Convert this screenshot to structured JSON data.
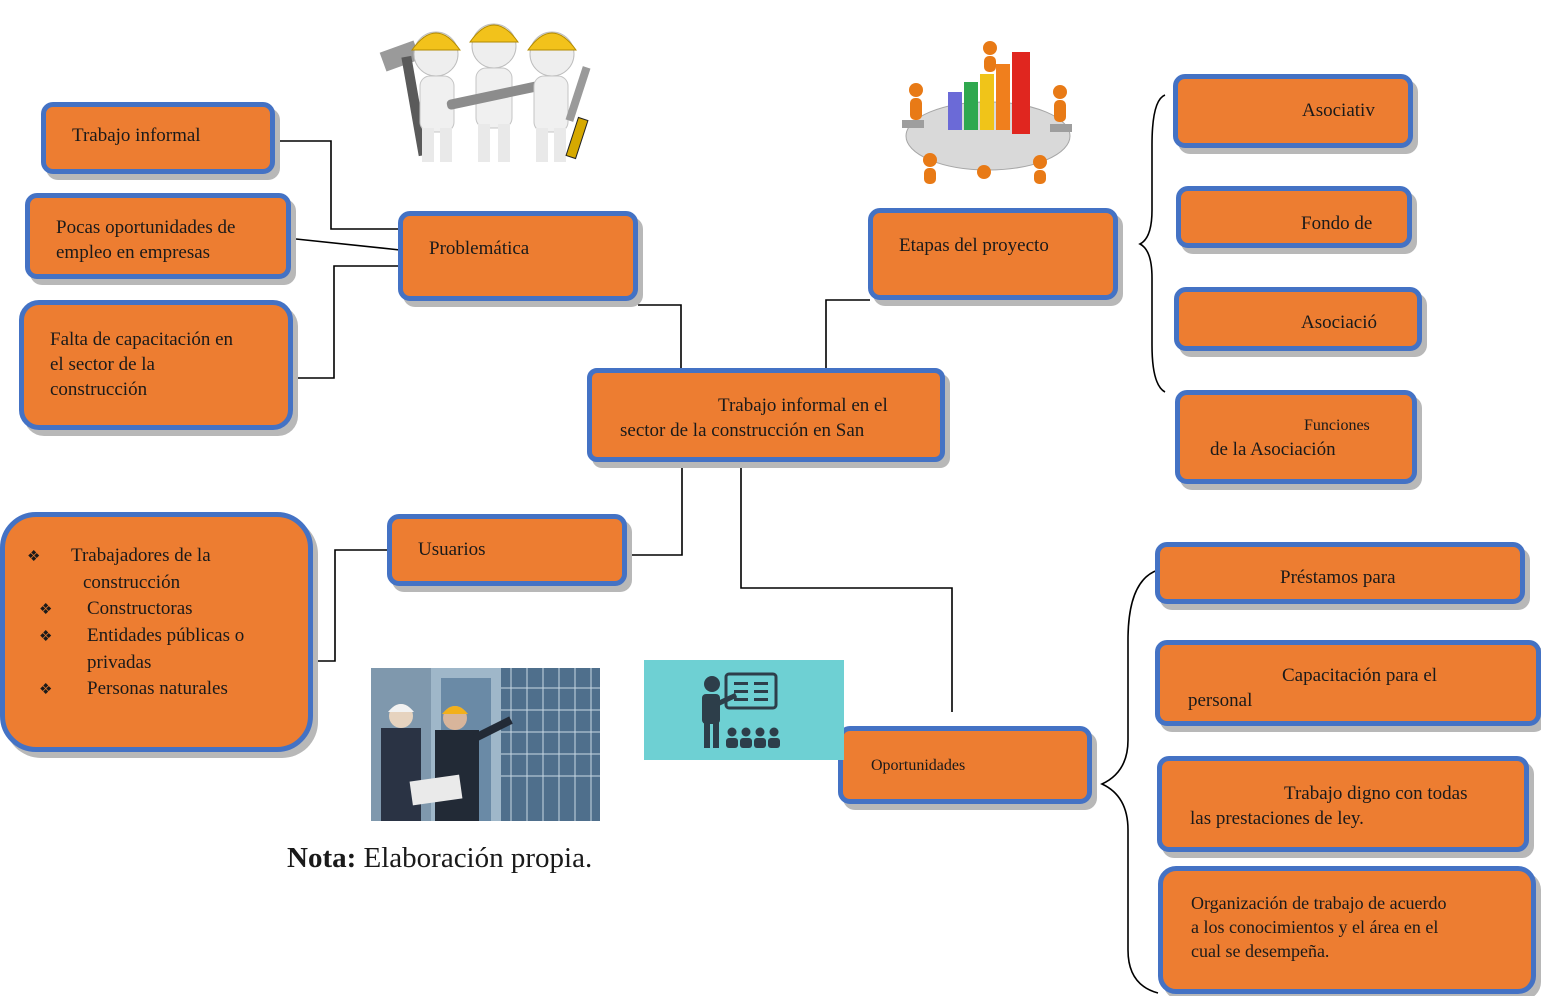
{
  "center": {
    "line1": "Trabajo informal en el",
    "line2": "sector de la construcción en San"
  },
  "problematica": {
    "title": "Problemática",
    "items": [
      "Trabajo informal",
      "Pocas oportunidades de",
      "empleo en empresas",
      "Falta de capacitación en",
      "el sector de la",
      "construcción"
    ]
  },
  "etapas": {
    "title": "Etapas del proyecto",
    "items": [
      "Asociativ",
      "Fondo de",
      "Asociació",
      "Funciones",
      "de la Asociación"
    ]
  },
  "usuarios": {
    "title": "Usuarios",
    "bullets": [
      "Trabajadores de la",
      "construcción",
      "Constructoras",
      "Entidades públicas o",
      "privadas",
      "Personas naturales"
    ],
    "bullet_symbol": "❖"
  },
  "oportunidades": {
    "title": "Oportunidades",
    "items": [
      "Préstamos para",
      "Capacitación para el",
      "personal",
      "Trabajo digno con todas",
      "las prestaciones de ley.",
      "Organización de trabajo de acuerdo",
      "a los conocimientos y el área en el",
      "cual se desempeña."
    ]
  },
  "note": {
    "label": "Nota:",
    "text": " Elaboración propia."
  },
  "colors": {
    "box_fill": "#ED7D31",
    "box_border": "#4472C4",
    "teal": "#6ED0D3"
  },
  "icons": [
    "workers-with-tools-icon",
    "team-meeting-chart-icon",
    "teacher-presentation-icon",
    "engineers-photo"
  ]
}
